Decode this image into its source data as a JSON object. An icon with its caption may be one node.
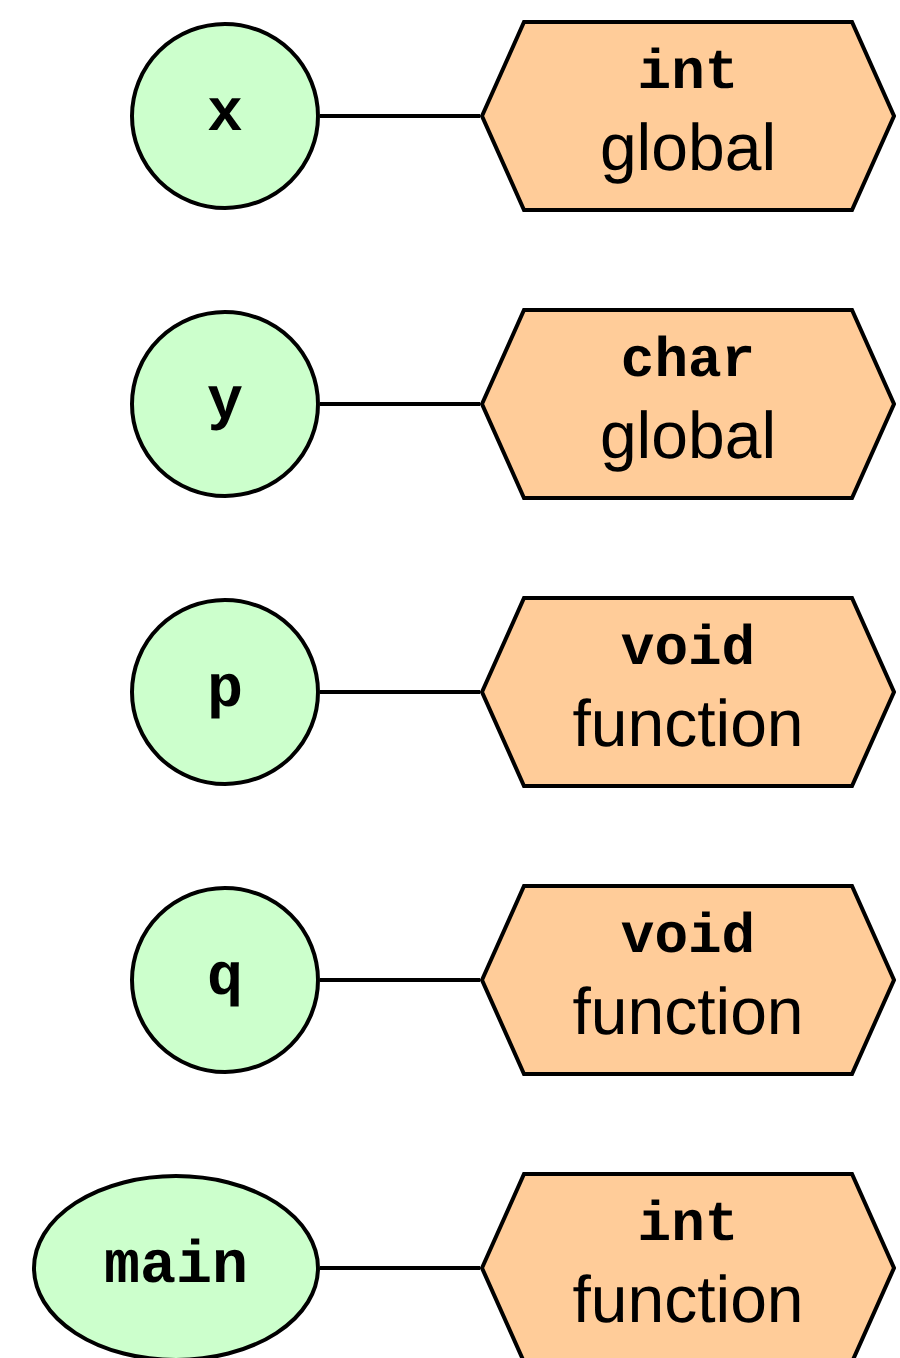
{
  "diagram": {
    "nodes": [
      {
        "text": [
          "x"
        ]
      },
      {
        "text": [
          "int",
          "global"
        ]
      },
      {
        "text": [
          "y"
        ]
      },
      {
        "text": [
          "char",
          "global"
        ]
      },
      {
        "text": [
          "p"
        ]
      },
      {
        "text": [
          "void",
          "function"
        ]
      },
      {
        "text": [
          "q"
        ]
      },
      {
        "text": [
          "void",
          "function"
        ]
      },
      {
        "text": [
          "main"
        ]
      },
      {
        "text": [
          "int",
          "function"
        ]
      }
    ],
    "edges": [
      {
        "from": 0,
        "to": 1,
        "arrow": "none"
      },
      {
        "from": 2,
        "to": 3,
        "arrow": "none"
      },
      {
        "from": 4,
        "to": 5,
        "arrow": "none"
      },
      {
        "from": 6,
        "to": 7,
        "arrow": "none"
      },
      {
        "from": 8,
        "to": 9,
        "arrow": "none"
      }
    ]
  }
}
